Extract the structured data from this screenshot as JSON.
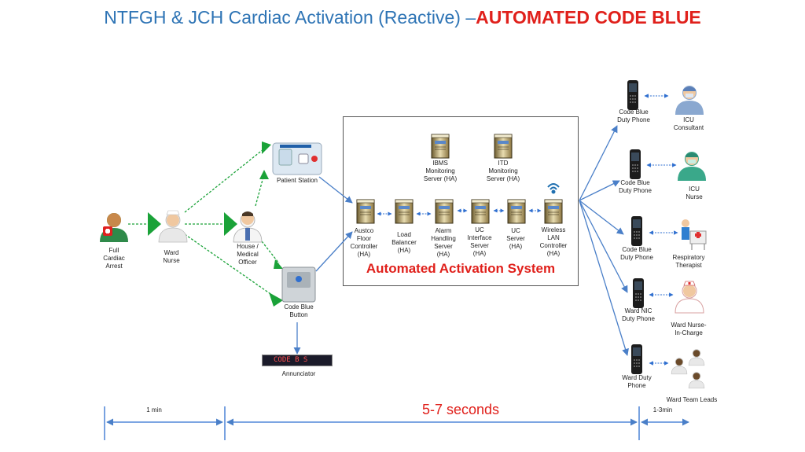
{
  "title": {
    "main": "NTFGH & JCH Cardiac Activation (Reactive) –",
    "highlight": "AUTOMATED CODE BLUE"
  },
  "left": {
    "arrest": "Full\nCardiac\nArrest",
    "ward_nurse": "Ward\nNurse",
    "officer": "House /\nMedical\nOfficer",
    "patient_station": "Patient Station",
    "code_button": "Code Blue\nButton",
    "annunciator": "Annunciator",
    "annunciator_display": "CODE B  S"
  },
  "system": {
    "label": "Automated Activation System",
    "ibms": "IBMS\nMonitoring\nServer (HA)",
    "itd": "ITD\nMonitoring\nServer (HA)",
    "servers": [
      "Austco\nFloor\nController\n(HA)",
      "Load\nBalancer\n(HA)",
      "Alarm\nHandling\nServer\n(HA)",
      "UC\nInterface\nServer\n(HA)",
      "UC\nServer\n(HA)",
      "Wireless\nLAN\nController\n(HA)"
    ]
  },
  "responders": [
    {
      "phone": "Code Blue\nDuty Phone",
      "role": "ICU\nConsultant"
    },
    {
      "phone": "Code Blue\nDuty Phone",
      "role": "ICU\nNurse"
    },
    {
      "phone": "Code Blue\nDuty Phone",
      "role": "Respiratory\nTherapist"
    },
    {
      "phone": "Ward NIC\nDuty Phone",
      "role": "Ward Nurse-\nIn-Charge"
    },
    {
      "phone": "Ward Duty\nPhone",
      "role": "Ward Team Leads"
    }
  ],
  "timeline": {
    "first": "1 min",
    "main": "5-7 seconds",
    "last": "1-3min"
  },
  "colors": {
    "title": "#2e74b5",
    "accent": "#e0201b",
    "green_arrow": "#1aa238",
    "blue_arrow": "#4a7fc8"
  }
}
